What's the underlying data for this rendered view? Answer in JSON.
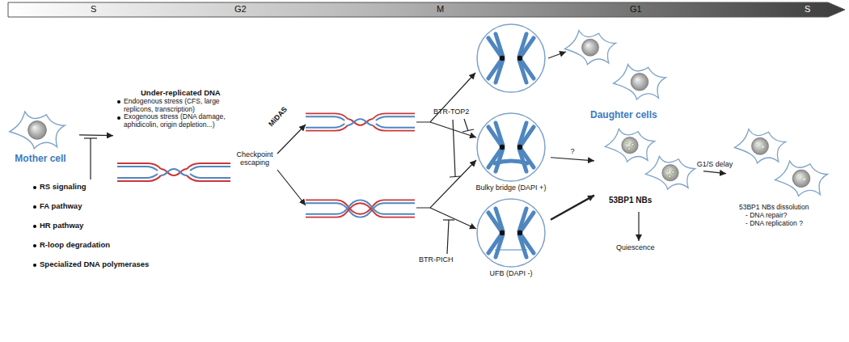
{
  "diagram": {
    "nodes": [
      {
        "text": [
          "Mother cell"
        ]
      },
      {
        "text": [
          "Under-replicated DNA",
          "Endogenous stress (CFS, large replicons, transcription)",
          "Exogenous stress (DNA damage, aphidicolin, origin depletion...)"
        ]
      },
      {
        "text": [
          "Bulky bridge (DAPI +)"
        ]
      },
      {
        "text": [
          "UFB (DAPI -)"
        ]
      },
      {
        "text": [
          "Daughter cells"
        ]
      },
      {
        "text": [
          "53BP1 NBs"
        ]
      },
      {
        "text": [
          "53BP1 NBs dissolution",
          "- DNA repair?",
          "- DNA replication ?"
        ]
      }
    ],
    "edges": [
      {
        "from": 0,
        "to": 1,
        "arrow": "to"
      },
      {
        "from": 2,
        "to": 5,
        "label": "?",
        "arrow": "to"
      },
      {
        "from": 3,
        "to": 5,
        "arrow": "to"
      },
      {
        "from": 5,
        "to": 6,
        "label": "G1/S delay",
        "arrow": "to"
      }
    ],
    "labels": [
      "S",
      "G2",
      "M",
      "G1",
      "S",
      "RS signaling",
      "FA pathway",
      "HR pathway",
      "R-loop degradation",
      "Specialized DNA polymerases",
      "Checkpoint escaping",
      "MiDAS",
      "BTR-TOP2",
      "BTR-PICH",
      "Quiescence"
    ]
  }
}
